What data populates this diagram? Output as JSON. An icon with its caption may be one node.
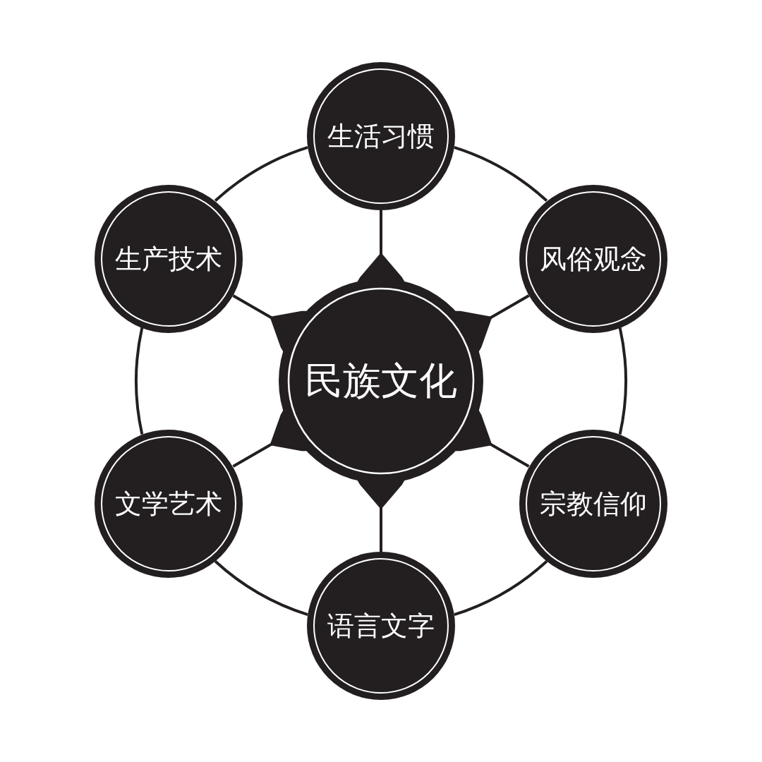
{
  "diagram": {
    "nodes": [
      {
        "text": [
          "民族文化"
        ]
      },
      {
        "text": [
          "生活习惯"
        ]
      },
      {
        "text": [
          "风俗观念"
        ]
      },
      {
        "text": [
          "宗教信仰"
        ]
      },
      {
        "text": [
          "语言文字"
        ]
      },
      {
        "text": [
          "文学艺术"
        ]
      },
      {
        "text": [
          "生产技术"
        ]
      }
    ],
    "edges": [
      {
        "from": 0,
        "to": 1,
        "arrow": "none"
      },
      {
        "from": 0,
        "to": 2,
        "arrow": "none"
      },
      {
        "from": 0,
        "to": 3,
        "arrow": "none"
      },
      {
        "from": 0,
        "to": 4,
        "arrow": "none"
      },
      {
        "from": 0,
        "to": 5,
        "arrow": "none"
      },
      {
        "from": 0,
        "to": 6,
        "arrow": "none"
      },
      {
        "from": 1,
        "to": 2,
        "arrow": "none"
      },
      {
        "from": 2,
        "to": 3,
        "arrow": "none"
      },
      {
        "from": 3,
        "to": 4,
        "arrow": "none"
      },
      {
        "from": 4,
        "to": 5,
        "arrow": "none"
      },
      {
        "from": 5,
        "to": 6,
        "arrow": "none"
      },
      {
        "from": 6,
        "to": 1,
        "arrow": "none"
      }
    ]
  }
}
